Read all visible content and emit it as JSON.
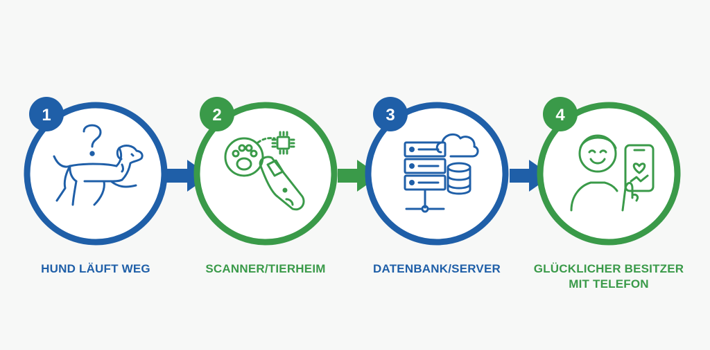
{
  "colors": {
    "blue": "#1f5fa8",
    "green": "#3a9a49",
    "background": "#f7f8f7"
  },
  "steps": [
    {
      "number": "1",
      "label_lines": [
        "HUND LÄUFT WEG"
      ],
      "color": "#1f5fa8",
      "icon": "running-dog-question-icon"
    },
    {
      "number": "2",
      "label_lines": [
        "SCANNER/TIERHEIM"
      ],
      "color": "#3a9a49",
      "icon": "microchip-scanner-icon"
    },
    {
      "number": "3",
      "label_lines": [
        "DATENBANK/SERVER"
      ],
      "color": "#1f5fa8",
      "icon": "database-server-cloud-icon"
    },
    {
      "number": "4",
      "label_lines": [
        "GLÜCKLICHER BESITZER",
        "MIT TELEFON"
      ],
      "color": "#3a9a49",
      "icon": "happy-owner-phone-icon"
    }
  ],
  "arrows": [
    {
      "color": "#1f5fa8"
    },
    {
      "color": "#3a9a49"
    },
    {
      "color": "#1f5fa8"
    }
  ]
}
